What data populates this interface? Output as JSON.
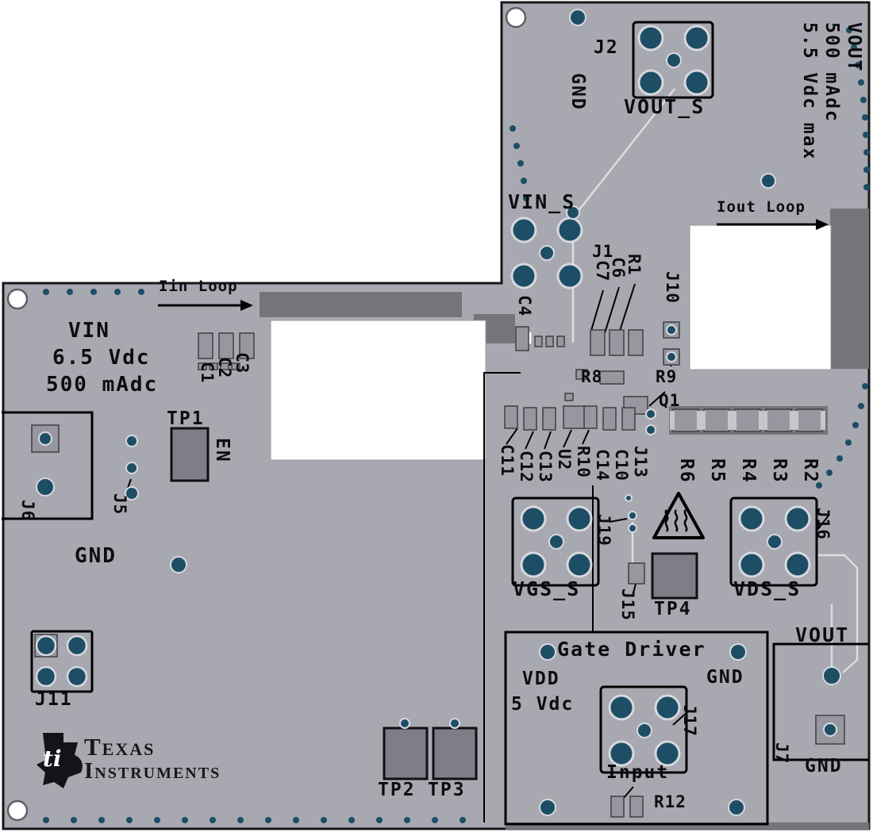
{
  "colors": {
    "board": "#a8a8b1",
    "silkscreen": "#0c0c10",
    "pad": "#1d4e66",
    "copper": "#74747b",
    "opening": "#ffffff"
  },
  "top": {
    "j2": "J2",
    "gnd": "GND",
    "vout_s": "VOUT_S",
    "rating_line1": "5.5 Vdc max",
    "rating_line2": "500 mAdc",
    "rating_line3": "VOUT",
    "vin_s": "VIN_S",
    "iout_loop": "Iout Loop"
  },
  "center": {
    "j1": "J1",
    "c7": "C7",
    "c6": "C6",
    "r1": "R1",
    "j10": "J10",
    "c4": "C4",
    "r8": "R8",
    "r9": "R9",
    "q1": "Q1",
    "parts_row": [
      "C11",
      "C12",
      "C13",
      "U2",
      "R10",
      "C14",
      "C10",
      "J13"
    ],
    "resistors": [
      "R6",
      "R5",
      "R4",
      "R3",
      "R2"
    ]
  },
  "left": {
    "iin_loop": "Iin Loop",
    "vin": "VIN",
    "vin_line2": "6.5 Vdc",
    "vin_line3": "500 mAdc",
    "c1": "C1",
    "c2": "C2",
    "c3": "C3",
    "tp1": "TP1",
    "en": "EN",
    "j5": "J5",
    "j6": "J6",
    "gnd": "GND",
    "j11": "J11"
  },
  "bottom": {
    "tp2": "TP2",
    "tp3": "TP3",
    "logo_mark": "ti",
    "logo_top": "Texas",
    "logo_bottom": "Instruments"
  },
  "gate_driver": {
    "title": "Gate Driver",
    "vdd": "VDD",
    "vdd_line2": "5 Vdc",
    "gnd": "GND",
    "j17": "J17",
    "input": "Input",
    "r12": "R12"
  },
  "right": {
    "vgs_s": "VGS_S",
    "j19": "J19",
    "j15": "J15",
    "tp4": "TP4",
    "vds_s": "VDS_S",
    "j16": "J16",
    "vout": "VOUT",
    "j7": "J7",
    "gnd": "GND"
  }
}
